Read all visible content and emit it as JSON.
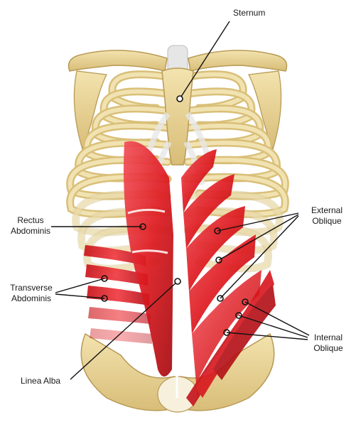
{
  "labels": {
    "sternum": "Sternum",
    "rectus": [
      "Rectus",
      "Abdominis"
    ],
    "external_oblique": [
      "External",
      "Oblique"
    ],
    "transverse": [
      "Transverse",
      "Abdominis"
    ],
    "linea_alba": "Linea Alba",
    "internal_oblique": [
      "Internal",
      "Oblique"
    ]
  },
  "colors": {
    "bone": "#e8d499",
    "bone_outline": "#b89a55",
    "cartilage": "#dcdcdc",
    "muscle": "#e3181e",
    "muscle_dark": "#a80d12",
    "leader": "#111111"
  }
}
